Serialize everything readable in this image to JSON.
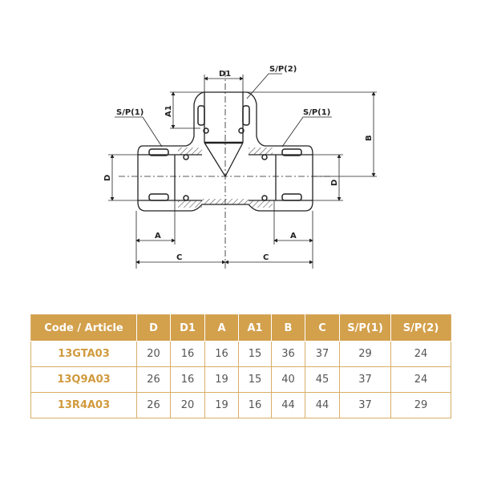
{
  "drawing": {
    "labels": {
      "d1": "D1",
      "sp2": "S/P(2)",
      "sp1_left": "S/P(1)",
      "sp1_right": "S/P(1)",
      "a1": "A1",
      "b": "B",
      "d_left": "D",
      "d_right": "D",
      "a_left": "A",
      "a_right": "A",
      "c_left": "C",
      "c_right": "C"
    }
  },
  "table": {
    "headers": [
      "Code / Article",
      "D",
      "D1",
      "A",
      "A1",
      "B",
      "C",
      "S/P(1)",
      "S/P(2)"
    ],
    "rows": [
      [
        "13GTA03",
        "20",
        "16",
        "16",
        "15",
        "36",
        "37",
        "29",
        "24"
      ],
      [
        "13Q9A03",
        "26",
        "16",
        "19",
        "15",
        "40",
        "45",
        "37",
        "24"
      ],
      [
        "13R4A03",
        "26",
        "20",
        "19",
        "16",
        "44",
        "44",
        "37",
        "29"
      ]
    ],
    "colors": {
      "header": "#d3a04c",
      "code_text": "#d09a3e",
      "border": "#d9ae68"
    }
  }
}
